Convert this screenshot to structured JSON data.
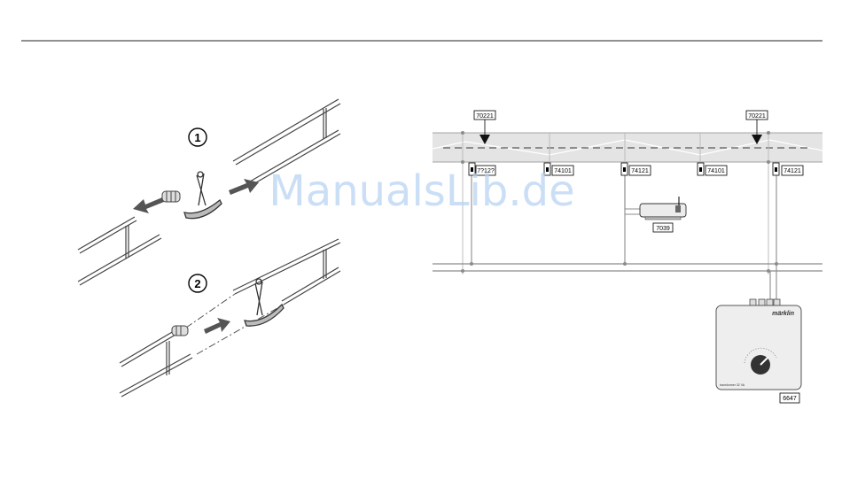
{
  "left_diagram": {
    "steps": [
      "1",
      "2"
    ]
  },
  "wiring_diagram": {
    "feeder_top_left": "70221",
    "feeder_top_right": "70221",
    "module_1": "7?12?",
    "module_2": "74101",
    "module_3": "74121",
    "module_4": "74101",
    "module_5": "74121",
    "relay_unit": "7039",
    "transformer_part": "6647",
    "transformer_brand": "märklin",
    "transformer_name": "transformer 32 VA"
  },
  "watermark": "ManualsLib.de",
  "colors": {
    "catenary_band": "#e4e4e4",
    "wire": "#8c8c8c",
    "watermark": "#b9d4f3"
  }
}
